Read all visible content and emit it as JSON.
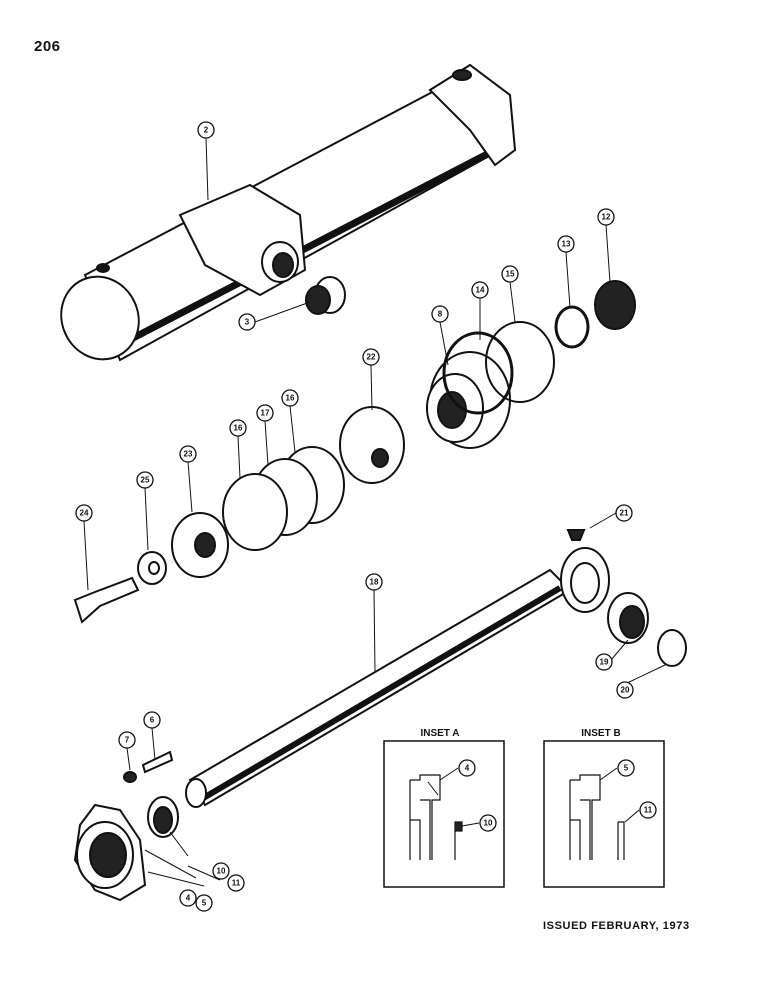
{
  "page_number": "206",
  "issued": "ISSUED FEBRUARY, 1973",
  "insets": [
    {
      "title": "INSET A",
      "callouts": [
        "4",
        "10"
      ]
    },
    {
      "title": "INSET B",
      "callouts": [
        "5",
        "11"
      ]
    }
  ],
  "callouts": [
    "2",
    "3",
    "4",
    "5",
    "6",
    "7",
    "8",
    "10",
    "11",
    "12",
    "13",
    "14",
    "15",
    "16",
    "16",
    "17",
    "18",
    "19",
    "20",
    "21",
    "22",
    "23",
    "24",
    "25"
  ]
}
